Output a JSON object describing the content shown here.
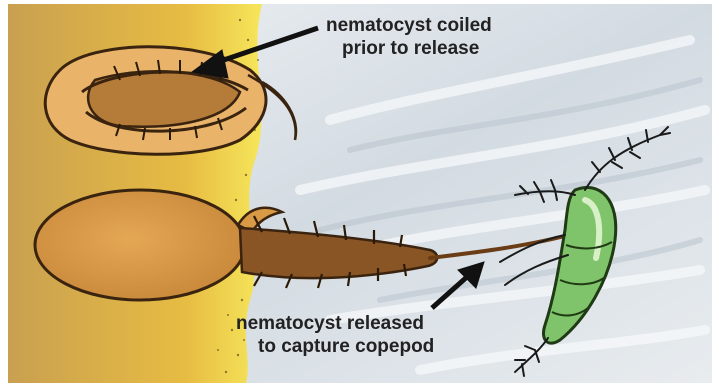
{
  "labels": {
    "coiled": {
      "line1": "nematocyst coiled",
      "line2": "prior to release"
    },
    "released": {
      "line1": "nematocyst released",
      "line2": "to capture copepod"
    }
  },
  "colors": {
    "tissue_yellow": "#f0c23a",
    "tissue_dark": "#b88a1c",
    "capsule_orange": "#d89a45",
    "capsule_outline": "#3a2410",
    "thread_brown": "#6b3d16",
    "copepod_green": "#7fc46a",
    "copepod_light": "#d8f0c8",
    "sky": "#dde4ea",
    "arrow": "#111111"
  }
}
